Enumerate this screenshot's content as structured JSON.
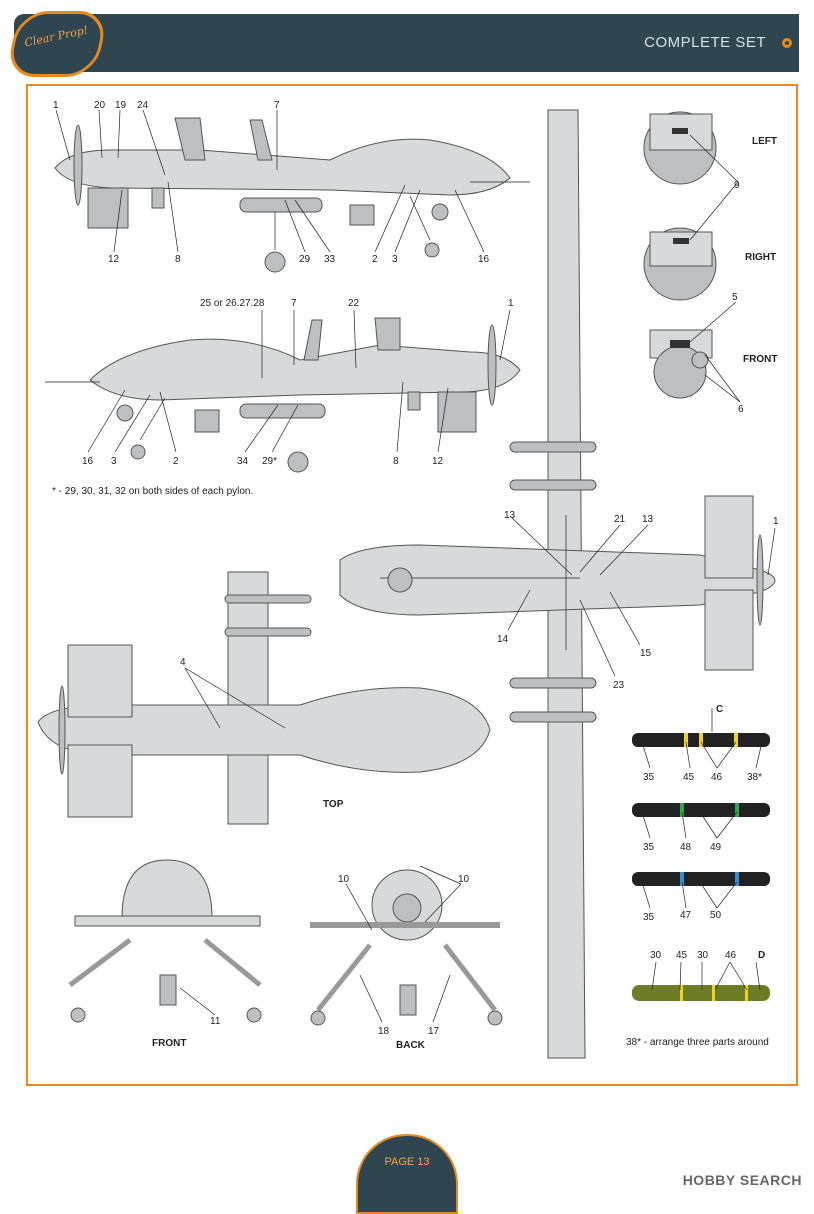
{
  "header": {
    "title": "COMPLETE SET",
    "logo_text": "Clear Prop!"
  },
  "views": {
    "left": "LEFT",
    "right": "RIGHT",
    "front_turret": "FRONT",
    "top": "TOP",
    "front": "FRONT",
    "back": "BACK"
  },
  "callouts": {
    "side1_top": [
      "1",
      "20",
      "19",
      "24",
      "7"
    ],
    "side1_bottom": [
      "12",
      "8",
      "29",
      "33",
      "2",
      "3",
      "16"
    ],
    "side2_top": [
      "25 or 26.27.28",
      "7",
      "22",
      "1"
    ],
    "side2_bottom": [
      "16",
      "3",
      "2",
      "34",
      "29*",
      "8",
      "12"
    ],
    "turret": [
      "9",
      "5",
      "6"
    ],
    "topview_right": [
      "13",
      "21",
      "13",
      "1",
      "14",
      "15",
      "23"
    ],
    "topview_left": [
      "4"
    ],
    "frontback": [
      "11",
      "10",
      "10",
      "18",
      "17"
    ],
    "weapons": [
      "C",
      "35",
      "45",
      "46",
      "38*",
      "35",
      "48",
      "49",
      "35",
      "47",
      "50",
      "30",
      "45",
      "30",
      "46",
      "D"
    ]
  },
  "notes": {
    "pylon": "* - 29, 30, 31, 32 on both sides of each pylon.",
    "arrange": "38* - arrange three parts around"
  },
  "footer": {
    "page": "PAGE 13",
    "watermark": "HOBBY SEARCH"
  }
}
